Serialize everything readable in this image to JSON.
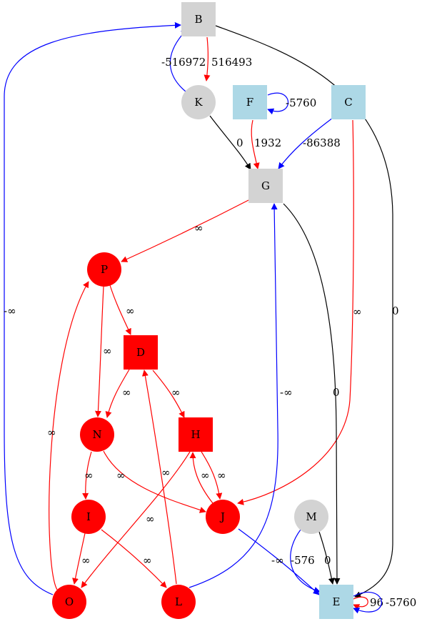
{
  "colors": {
    "gray": "#d3d3d3",
    "lightblue": "#add8e6",
    "red": "#ff0000",
    "blue": "#0000ff",
    "black": "#000000"
  },
  "nodes": [
    {
      "id": "B",
      "label": "B",
      "shape": "square",
      "fill": "gray"
    },
    {
      "id": "K",
      "label": "K",
      "shape": "circle",
      "fill": "gray"
    },
    {
      "id": "F",
      "label": "F",
      "shape": "square",
      "fill": "lightblue"
    },
    {
      "id": "C",
      "label": "C",
      "shape": "square",
      "fill": "lightblue"
    },
    {
      "id": "G",
      "label": "G",
      "shape": "square",
      "fill": "gray"
    },
    {
      "id": "P",
      "label": "P",
      "shape": "circle",
      "fill": "red"
    },
    {
      "id": "D",
      "label": "D",
      "shape": "square",
      "fill": "red"
    },
    {
      "id": "N",
      "label": "N",
      "shape": "circle",
      "fill": "red"
    },
    {
      "id": "H",
      "label": "H",
      "shape": "square",
      "fill": "red"
    },
    {
      "id": "I",
      "label": "I",
      "shape": "circle",
      "fill": "red"
    },
    {
      "id": "J",
      "label": "J",
      "shape": "circle",
      "fill": "red"
    },
    {
      "id": "M",
      "label": "M",
      "shape": "circle",
      "fill": "gray"
    },
    {
      "id": "O",
      "label": "O",
      "shape": "circle",
      "fill": "red"
    },
    {
      "id": "L",
      "label": "L",
      "shape": "circle",
      "fill": "red"
    },
    {
      "id": "E",
      "label": "E",
      "shape": "square",
      "fill": "lightblue"
    }
  ],
  "edges": [
    {
      "from": "B",
      "to": "K",
      "label": "516493",
      "color": "red"
    },
    {
      "from": "K",
      "to": "B",
      "label": "-516972",
      "color": "blue"
    },
    {
      "from": "B",
      "to": "E",
      "label": "0",
      "color": "black"
    },
    {
      "from": "F",
      "to": "F",
      "label": "-5760",
      "color": "blue"
    },
    {
      "from": "K",
      "to": "G",
      "label": "0",
      "color": "black"
    },
    {
      "from": "F",
      "to": "G",
      "label": "1932",
      "color": "red"
    },
    {
      "from": "C",
      "to": "G",
      "label": "-86388",
      "color": "blue"
    },
    {
      "from": "C",
      "to": "J",
      "label": "∞",
      "color": "red"
    },
    {
      "from": "G",
      "to": "P",
      "label": "∞",
      "color": "red"
    },
    {
      "from": "G",
      "to": "E",
      "label": "0",
      "color": "black"
    },
    {
      "from": "P",
      "to": "D",
      "label": "∞",
      "color": "red"
    },
    {
      "from": "P",
      "to": "N",
      "label": "∞",
      "color": "red"
    },
    {
      "from": "D",
      "to": "N",
      "label": "∞",
      "color": "red"
    },
    {
      "from": "D",
      "to": "H",
      "label": "∞",
      "color": "red"
    },
    {
      "from": "N",
      "to": "I",
      "label": "∞",
      "color": "red"
    },
    {
      "from": "N",
      "to": "J",
      "label": "∞",
      "color": "red"
    },
    {
      "from": "H",
      "to": "J",
      "label": "∞",
      "color": "red"
    },
    {
      "from": "J",
      "to": "H",
      "label": "∞",
      "color": "red"
    },
    {
      "from": "H",
      "to": "O",
      "label": "∞",
      "color": "red"
    },
    {
      "from": "I",
      "to": "O",
      "label": "∞",
      "color": "red"
    },
    {
      "from": "I",
      "to": "L",
      "label": "∞",
      "color": "red"
    },
    {
      "from": "O",
      "to": "P",
      "label": "∞",
      "color": "red"
    },
    {
      "from": "O",
      "to": "B",
      "label": "-∞",
      "color": "blue"
    },
    {
      "from": "L",
      "to": "D",
      "label": "∞",
      "color": "red"
    },
    {
      "from": "L",
      "to": "G",
      "label": "-∞",
      "color": "blue"
    },
    {
      "from": "J",
      "to": "E",
      "label": "-∞",
      "color": "blue"
    },
    {
      "from": "M",
      "to": "E",
      "label": "-576",
      "color": "blue"
    },
    {
      "from": "M",
      "to": "E",
      "label": "0",
      "color": "black"
    },
    {
      "from": "E",
      "to": "E",
      "label": "96",
      "color": "red"
    },
    {
      "from": "E",
      "to": "E",
      "label": "-5760",
      "color": "blue"
    }
  ]
}
